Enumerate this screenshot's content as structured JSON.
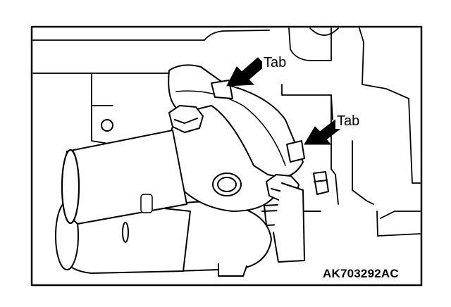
{
  "callouts": [
    {
      "label": "Tab"
    },
    {
      "label": "Tab"
    }
  ],
  "figure_code": "AK703292AC",
  "colors": {
    "line": "#000000",
    "background": "#ffffff"
  }
}
